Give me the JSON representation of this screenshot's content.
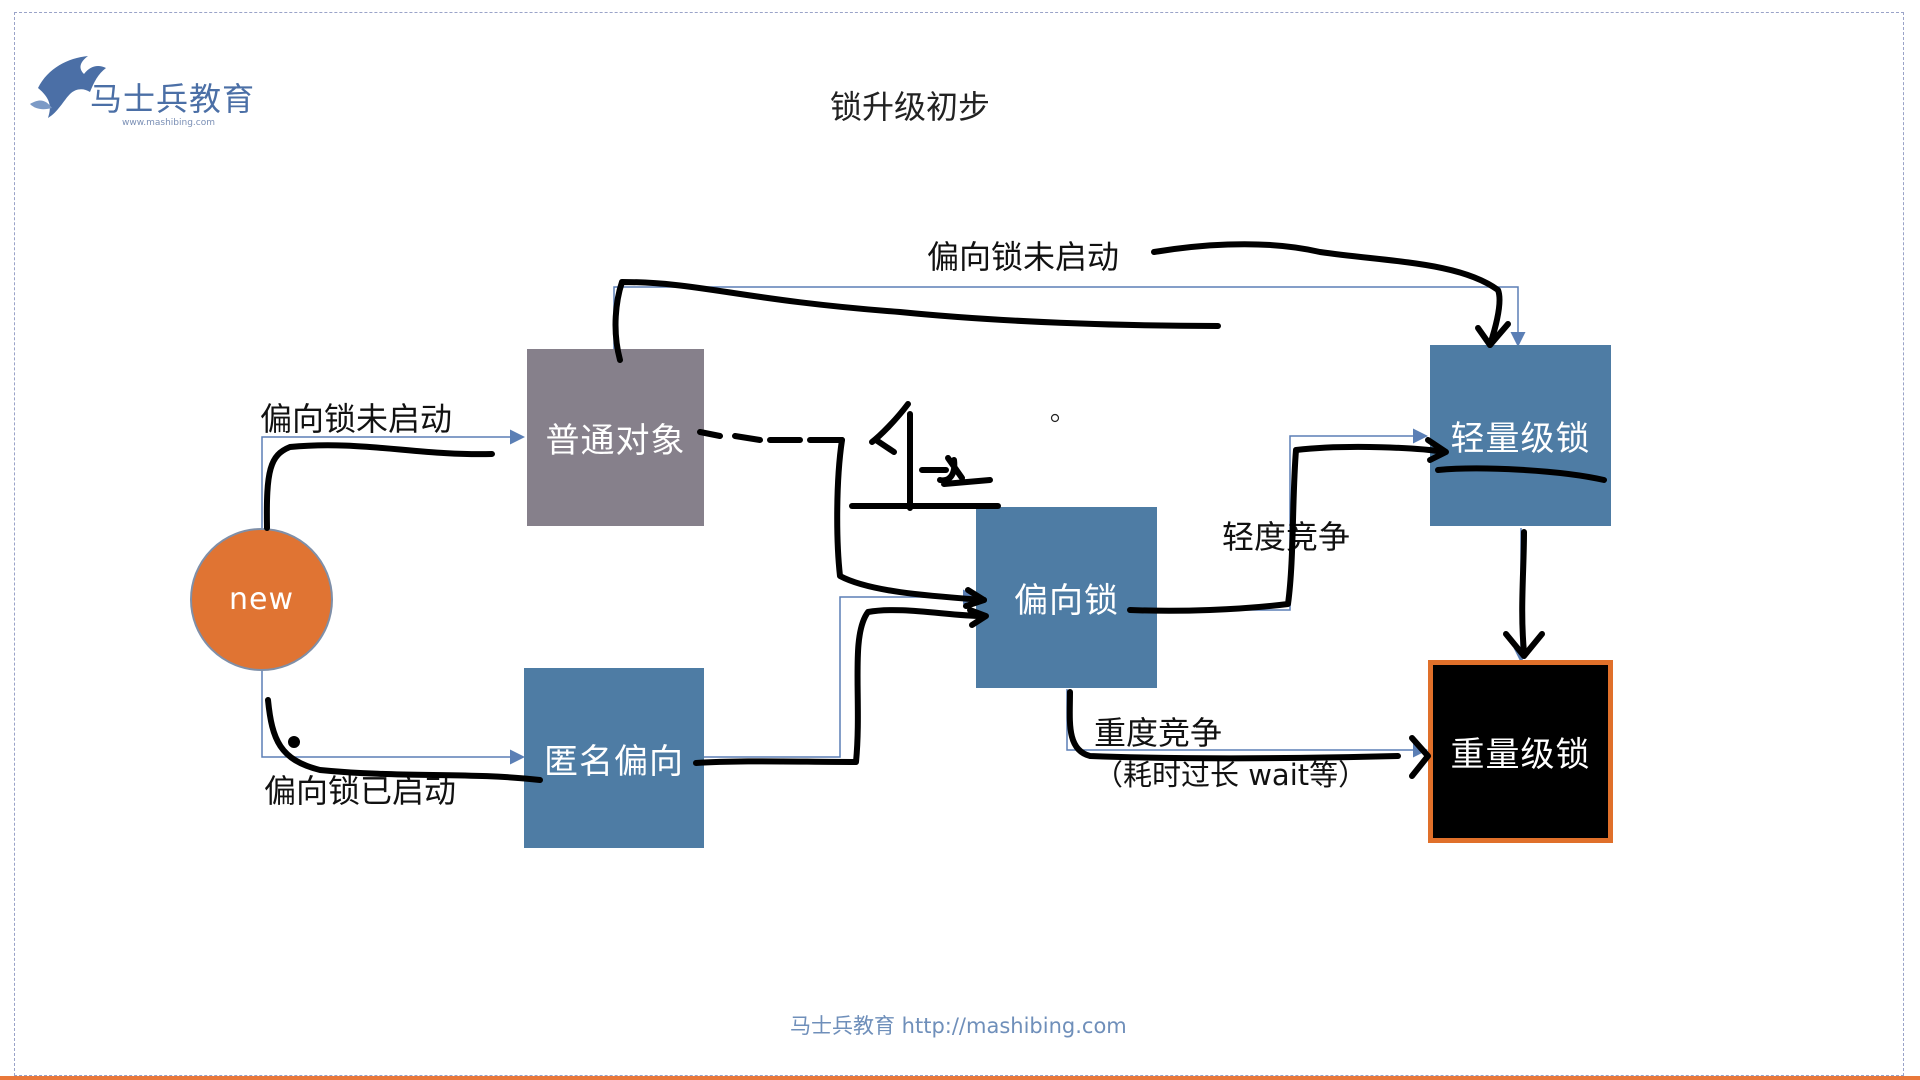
{
  "logo": {
    "name": "马士兵教育",
    "url": "www.mashibing.com"
  },
  "title": "锁升级初步",
  "nodes": {
    "new": "new",
    "normal_object": "普通对象",
    "anonymous_bias": "匿名偏向",
    "biased_lock": "偏向锁",
    "lightweight_lock": "轻量级锁",
    "heavyweight_lock": "重量级锁"
  },
  "edges": {
    "top_label": "偏向锁未启动",
    "new_to_normal": "偏向锁未启动",
    "new_to_anon": "偏向锁已启动",
    "light_contention": "轻度竞争",
    "heavy_contention": "重度竞争",
    "heavy_note": "（耗时过长 wait等）"
  },
  "footer": "马士兵教育 http://mashibing.com",
  "colors": {
    "blue_box": "#4e7ca4",
    "gray_box": "#86808b",
    "orange_circle": "#e07433",
    "black_box": "#000000",
    "orange_border": "#e0702a",
    "thin_line": "#5b7fb5",
    "annotation": "#000000"
  }
}
